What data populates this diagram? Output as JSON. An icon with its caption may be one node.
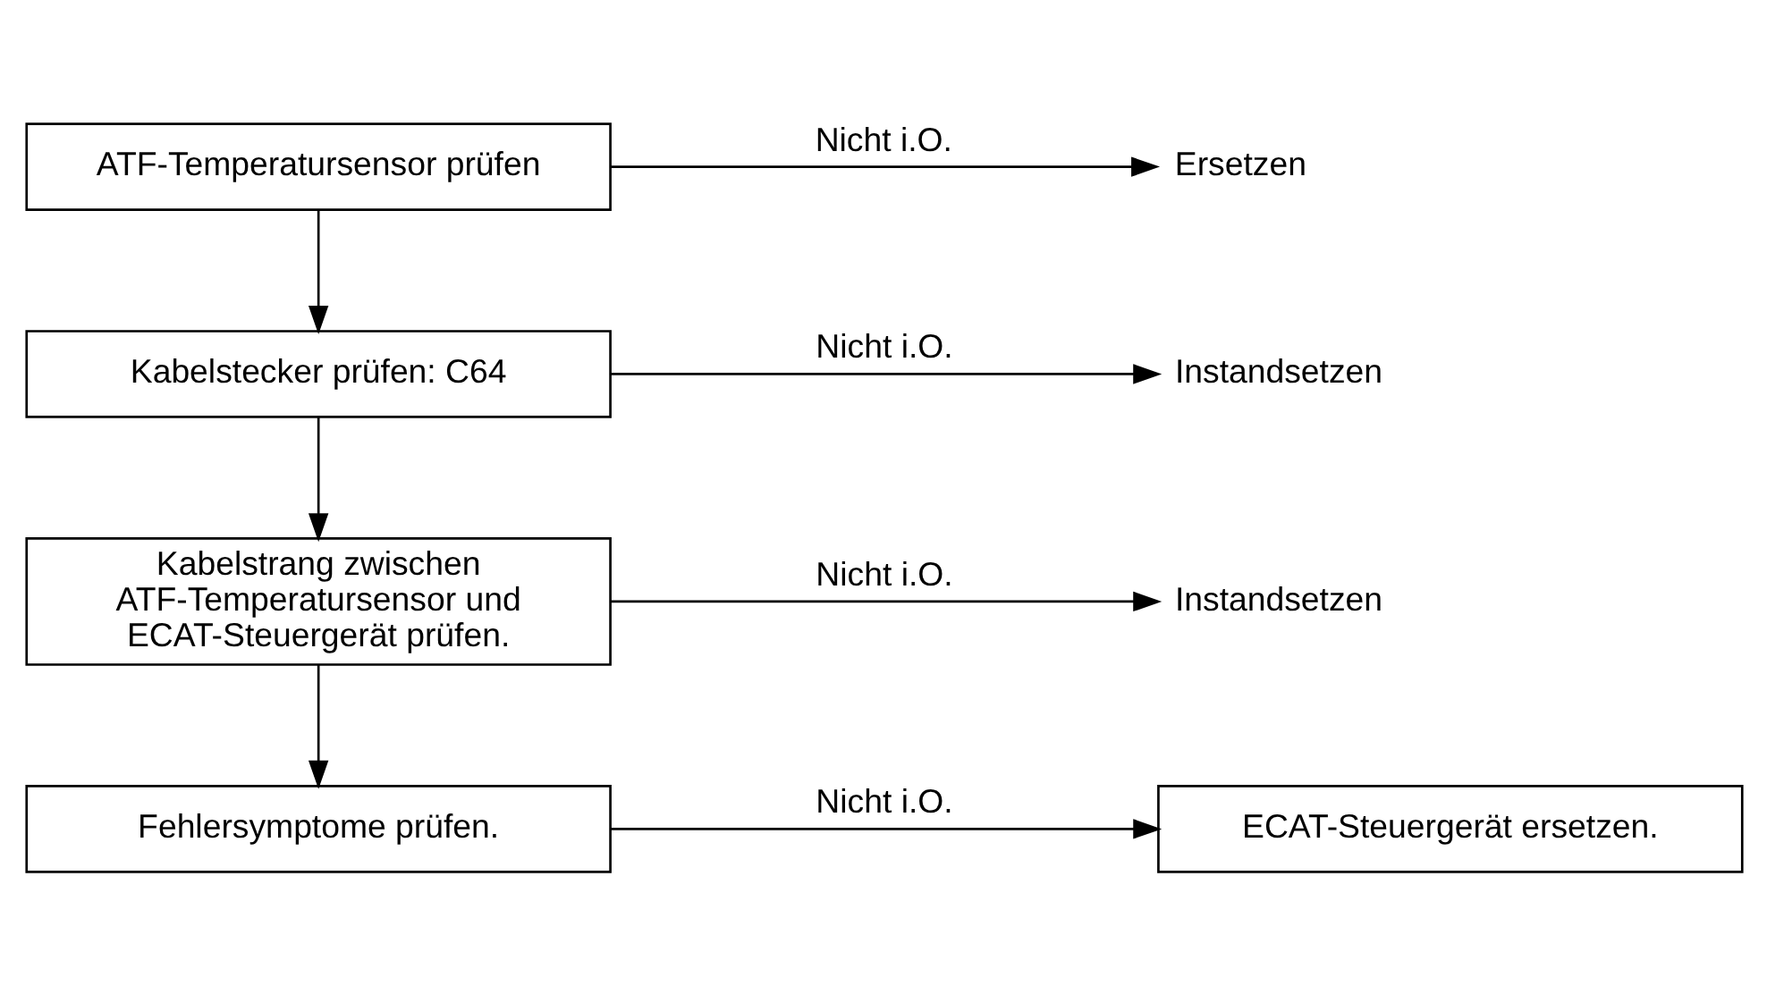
{
  "diagram": {
    "nodes": [
      {
        "text": [
          "ATF-Temperatursensor prüfen"
        ]
      },
      {
        "text": [
          "Ersetzen"
        ]
      },
      {
        "text": [
          "Kabelstecker prüfen: C64"
        ]
      },
      {
        "text": [
          "Instandsetzen"
        ]
      },
      {
        "text": [
          "Kabelstrang zwischen ATF-Temperatursensor und ECAT-Steuergerät prüfen."
        ]
      },
      {
        "text": [
          "Instandsetzen"
        ]
      },
      {
        "text": [
          "Fehlersymptome prüfen."
        ]
      },
      {
        "text": [
          "ECAT-Steuergerät ersetzen."
        ]
      }
    ],
    "edges": [
      {
        "from": 0,
        "to": 1,
        "arrow": "to",
        "label": "Nicht i.O."
      },
      {
        "from": 0,
        "to": 2,
        "arrow": "to"
      },
      {
        "from": 2,
        "to": 3,
        "arrow": "to",
        "label": "Nicht i.O."
      },
      {
        "from": 2,
        "to": 4,
        "arrow": "to"
      },
      {
        "from": 4,
        "to": 5,
        "arrow": "to",
        "label": "Nicht i.O."
      },
      {
        "from": 4,
        "to": 6,
        "arrow": "to"
      },
      {
        "from": 6,
        "to": 7,
        "arrow": "to",
        "label": "Nicht i.O."
      }
    ]
  }
}
